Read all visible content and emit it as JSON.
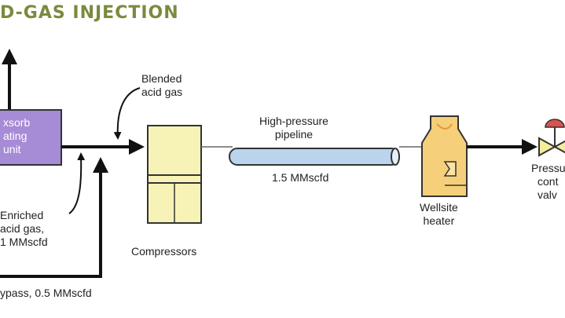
{
  "title": "D-GAS INJECTION",
  "colors": {
    "title": "#7a8a3c",
    "unit_fill": "#a68bd6",
    "compressor_fill": "#f7f3b6",
    "pipeline_fill": "#b9d4ec",
    "heater_fill": "#f6cf7a",
    "valve_body": "#f2ee9c",
    "valve_actuator": "#d9534f"
  },
  "labels": {
    "unit": [
      "xsorb",
      "ating",
      "unit"
    ],
    "blended": [
      "Blended",
      "acid gas"
    ],
    "pipeline": [
      "High-pressure",
      "pipeline"
    ],
    "pipeline_flow": "1.5 MMscfd",
    "enriched": [
      "Enriched",
      "acid gas,",
      "1 MMscfd"
    ],
    "compressors": "Compressors",
    "heater": [
      "Wellsite",
      "heater"
    ],
    "valve": [
      "Pressu",
      "cont",
      "valv"
    ],
    "bypass": "ypass, 0.5 MMscfd"
  }
}
